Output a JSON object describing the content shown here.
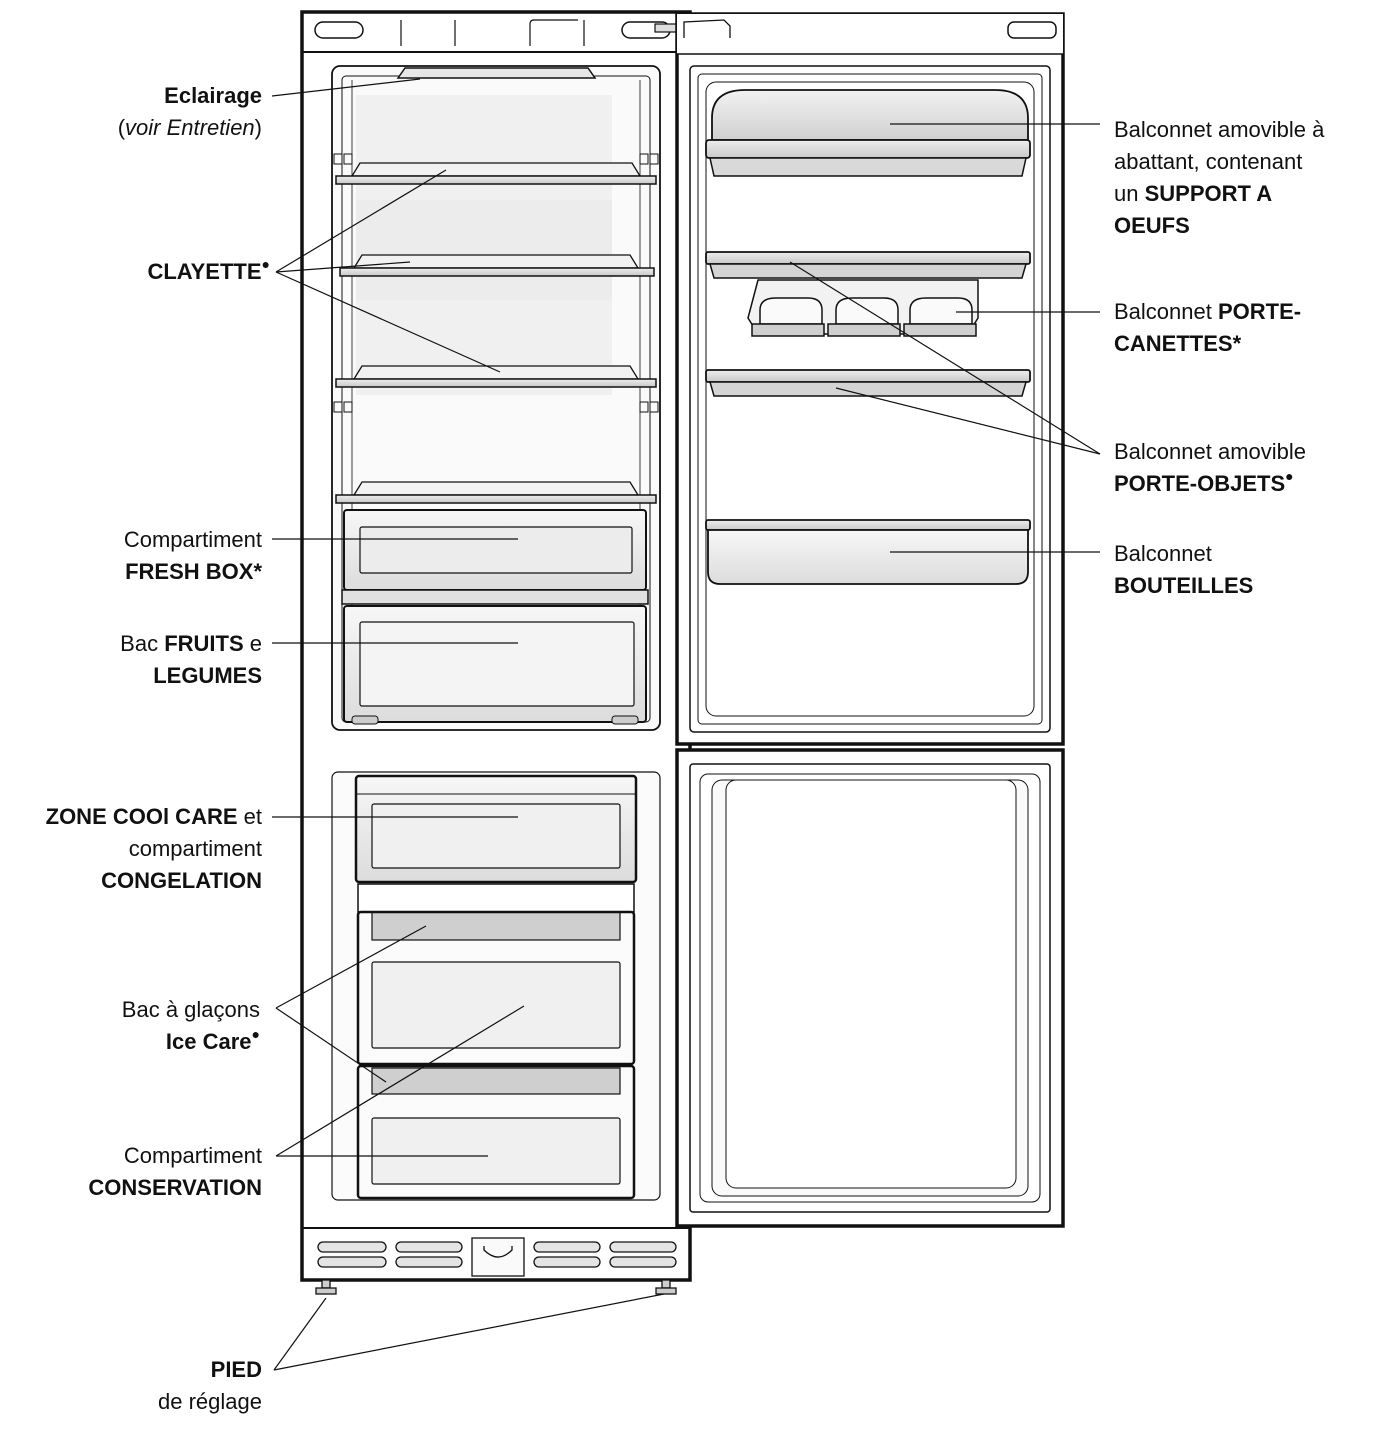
{
  "labels": {
    "eclairage": {
      "title": "Eclairage",
      "open": "(",
      "note": "voir Entretien",
      "close": ")"
    },
    "clayette": {
      "text": "CLAYETTE",
      "mark": "●"
    },
    "fresh_box": {
      "line1": "Compartiment",
      "line2": "FRESH BOX",
      "mark": "*"
    },
    "fruits": {
      "pre": "Bac ",
      "bold1": "FRUITS",
      "mid": " e",
      "line2": "LEGUMES"
    },
    "zone": {
      "bold1": "ZONE COOl CARE",
      "post": " et",
      "line2": "compartiment",
      "line3": "CONGELATION"
    },
    "ice": {
      "line1": "Bac à glaçons",
      "line2": "Ice Care",
      "mark": "●"
    },
    "conservation": {
      "line1": "Compartiment",
      "line2": "CONSERVATION"
    },
    "pied": {
      "line1": "PIED",
      "line2": "de réglage"
    },
    "oeufs": {
      "line1": "Balconnet amovible à",
      "line2": "abattant, contenant",
      "pre3": "un  ",
      "bold3": "SUPPORT A",
      "line4": "OEUFS"
    },
    "canettes": {
      "pre1": "Balconnet ",
      "bold1": "PORTE-",
      "line2": "CANETTES",
      "mark": "*"
    },
    "objets": {
      "line1": "Balconnet amovible",
      "line2": "PORTE-OBJETS",
      "mark": "●"
    },
    "bouteilles": {
      "line1": "Balconnet",
      "line2": "BOUTEILLES"
    }
  },
  "colors": {
    "outline": "#111111",
    "fill_light": "#f4f4f4",
    "fill_mid": "#d8d8d8",
    "fill_dark": "#bdbdbd"
  }
}
